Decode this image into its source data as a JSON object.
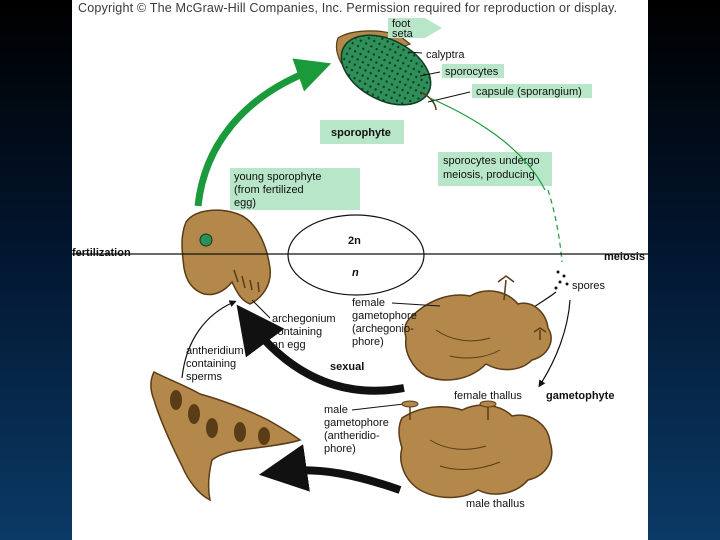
{
  "copyright": "Copyright © The McGraw-Hill Companies, Inc. Permission required for reproduction or display.",
  "labels": {
    "foot": "foot",
    "seta": "seta",
    "calyptra": "calyptra",
    "sporocytes": "sporocytes",
    "capsule": "capsule (sporangium)",
    "sporophyte": "sporophyte",
    "sporocytes_meiosis": [
      "sporocytes undergo",
      "meiosis, producing"
    ],
    "young_sporophyte": [
      "young sporophyte",
      "(from fertilized",
      "egg)"
    ],
    "fertilization": "fertilization",
    "meiosis": "meiosis",
    "diploid": "2n",
    "haploid": "n",
    "spores": "spores",
    "female_gametophore": [
      "female",
      "gametophore",
      "(archegonio-",
      "phore)"
    ],
    "archegonium": [
      "archegonium",
      "containing",
      "an egg"
    ],
    "antheridium": [
      "antheridium",
      "containing",
      "sperms"
    ],
    "sexual": "sexual",
    "female_thallus": "female thallus",
    "gametophyte": "gametophyte",
    "male_gametophore": [
      "male",
      "gametophore",
      "(antheridio-",
      "phore)"
    ],
    "male_thallus": "male thallus"
  },
  "colors": {
    "highlight": "#b8e6c8",
    "green_arrow": "#1a9a3a",
    "thallus": "#b3884a",
    "thallus_dark": "#5a3c17",
    "sporangium": "#2f8f5a"
  }
}
